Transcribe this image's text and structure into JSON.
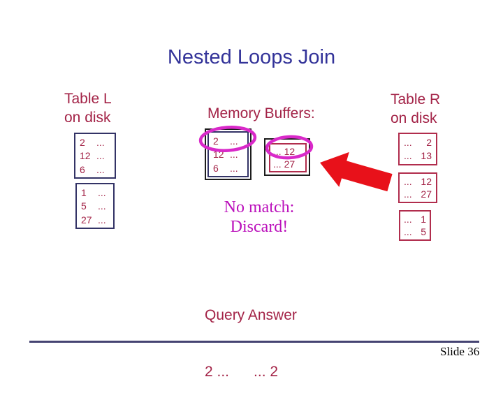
{
  "slide": {
    "title": "Nested Loops Join",
    "left_table": {
      "heading1": "Table L",
      "heading2": "on disk",
      "page1": [
        [
          "2",
          "..."
        ],
        [
          "12",
          "..."
        ],
        [
          "6",
          "..."
        ]
      ],
      "page2": [
        [
          "1",
          "..."
        ],
        [
          "5",
          "..."
        ],
        [
          "27",
          "..."
        ]
      ]
    },
    "memory": {
      "heading": "Memory Buffers:",
      "buffer_l": [
        [
          "2",
          "..."
        ],
        [
          "12",
          "..."
        ],
        [
          "6",
          "..."
        ]
      ],
      "buffer_r": [
        [
          "...",
          "12"
        ],
        [
          "...",
          "27"
        ]
      ]
    },
    "right_table": {
      "heading1": "Table R",
      "heading2": "on disk",
      "page1": [
        [
          "...",
          "2"
        ],
        [
          "...",
          "13"
        ]
      ],
      "page2": [
        [
          "...",
          "12"
        ],
        [
          "...",
          "27"
        ]
      ],
      "page3": [
        [
          "...",
          "1"
        ],
        [
          "...",
          "5"
        ]
      ]
    },
    "no_match_line1": "No match:",
    "no_match_line2": "Discard!",
    "query_answer_label": "Query Answer",
    "query_answer_value": "2 ...      ... 2",
    "slide_number": "Slide 36"
  },
  "colors": {
    "title_text": "#333399",
    "crimson_text": "#a32347",
    "navy_border": "#333366",
    "black_border": "#1c1c1c",
    "red_border": "#b12d4d",
    "highlight_ellipse": "#d929c9",
    "no_match_text": "#bb10bb",
    "arrow_red": "#e8111a",
    "footer_line": "#454372"
  }
}
